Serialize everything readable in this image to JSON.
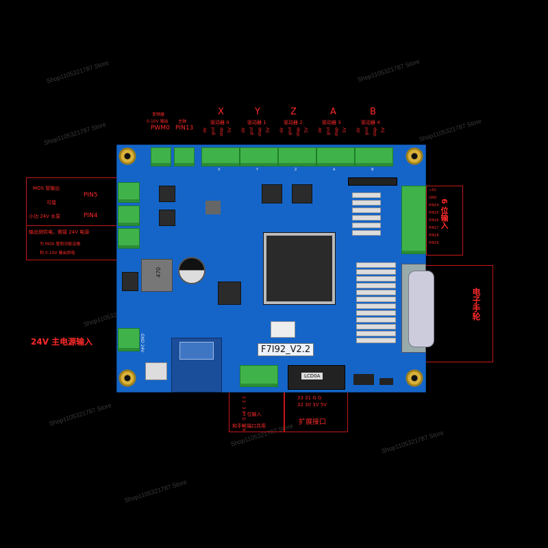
{
  "watermark": "Shop1105321787 Store",
  "top_labels": {
    "x": "X",
    "y": "Y",
    "z": "Z",
    "a": "A",
    "b": "B",
    "drv0": "驱动器 0",
    "drv1": "驱动器 1",
    "drv2": "驱动器 2",
    "drv3": "驱动器 3",
    "drv4": "驱动器 4",
    "pwm_title": "0-10V 输出",
    "pwm_sub": "变频器",
    "pwm": "PWM0",
    "pin13_sub": "主轴",
    "pin13": "PIN13"
  },
  "pin_text": [
    "dir",
    "gnd",
    "step",
    "5V"
  ],
  "left_block": {
    "line1": "MOS 管输出",
    "line2": "可接",
    "line3": "小功 24V 水泵",
    "pin5": "PIN5",
    "pin4": "PIN4",
    "line4": "输出侧供电，需接 24V 电源",
    "line5": "为 MOS 管和功能设备",
    "line6": "和 0-10V 输出供电"
  },
  "power_label": "24V 主电源输入",
  "right_labels": {
    "inputs": "6 位输入",
    "handwheel": "电子手轮"
  },
  "right_input_pins": [
    "+5V",
    "GND",
    "PIN14",
    "PIN15",
    "PIN16",
    "PIN17",
    "PIN18",
    "PIN19"
  ],
  "bottom_labels": {
    "in_pins": "33 31 G 29",
    "three_in": "3 位输入",
    "shared": "和手轮端口共用",
    "ext_row1": "33 31  G   G",
    "ext_row2": "32 30 3V 5V",
    "ext": "扩展接口",
    "lcd": "LCD0A"
  },
  "model": "F7I92_V2.2",
  "inductor": "470",
  "silk": {
    "gnd24": "GND 24V",
    "in24": "GND 24V",
    "drv": [
      "X",
      "Y",
      "Z",
      "A",
      "B"
    ]
  },
  "colors": {
    "pcb": "#1565c8",
    "terminal": "#3fb24a",
    "annotation": "#ff2a2a"
  }
}
